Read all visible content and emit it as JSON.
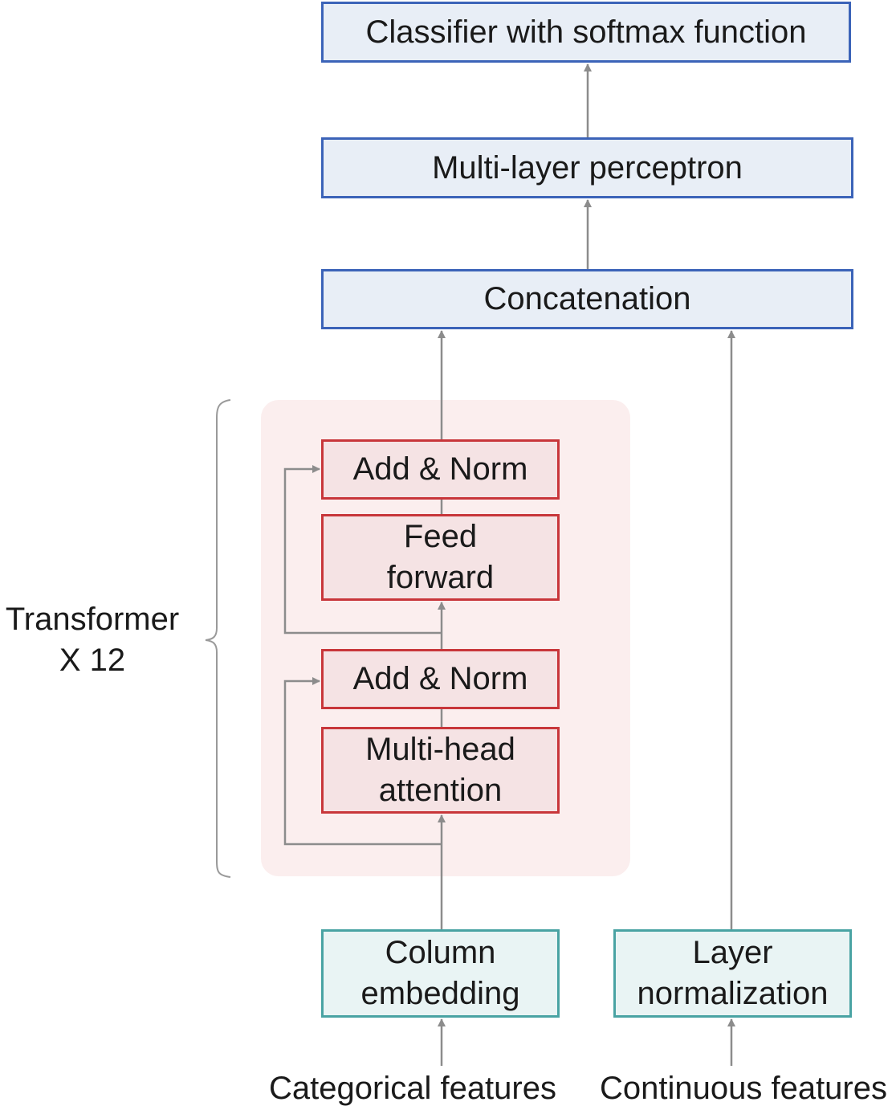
{
  "colors": {
    "top_fill": "#e8eef6",
    "top_border": "#3b63b8",
    "transformer_fill": "#f5e3e4",
    "transformer_border": "#c8363a",
    "panel_fill": "#fbeeee",
    "input_fill": "#e9f4f4",
    "input_border": "#49a3a3",
    "arrow": "#8c8c8c"
  },
  "diagram": {
    "classifier": "Classifier with softmax function",
    "mlp": "Multi-layer perceptron",
    "concat": "Concatenation",
    "transformer_block": {
      "add_norm_top": "Add & Norm",
      "feed_forward": [
        "Feed",
        "forward"
      ],
      "add_norm_bottom": "Add & Norm",
      "attention": [
        "Multi-head",
        "attention"
      ]
    },
    "transformer_label": [
      "Transformer",
      "X 12"
    ],
    "column_embedding": [
      "Column",
      "embedding"
    ],
    "layer_norm": [
      "Layer",
      "normalization"
    ],
    "categorical_label": "Categorical features",
    "continuous_label": "Continuous features"
  }
}
